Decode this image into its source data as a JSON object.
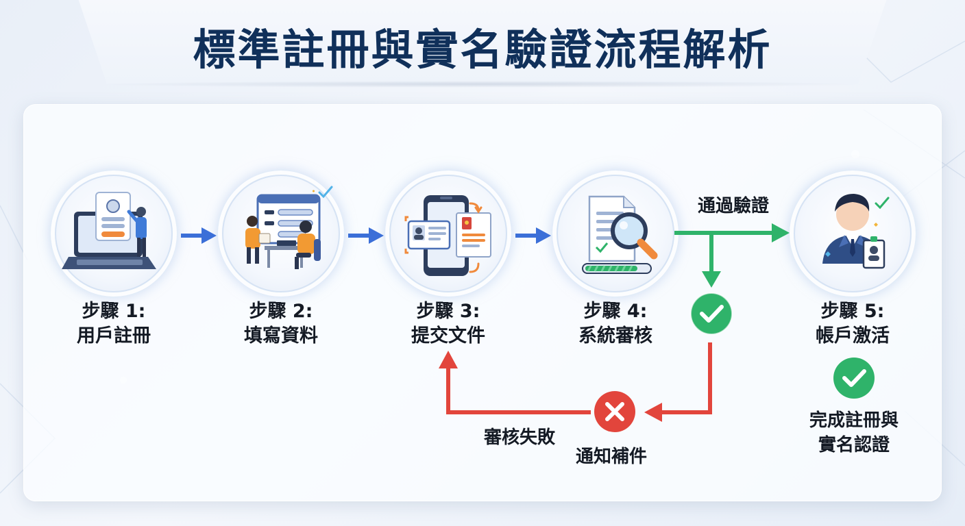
{
  "title": "標準註冊與實名驗證流程解析",
  "steps": [
    {
      "num": "步驟 1:",
      "name": "用戶註冊",
      "icon": "laptop-register-icon"
    },
    {
      "num": "步驟 2:",
      "name": "填寫資料",
      "icon": "form-fill-icon"
    },
    {
      "num": "步驟 3:",
      "name": "提交文件",
      "icon": "phone-document-icon"
    },
    {
      "num": "步驟 4:",
      "name": "系統審核",
      "icon": "magnifier-review-icon"
    },
    {
      "num": "步驟 5:",
      "name": "帳戶激活",
      "icon": "verified-user-icon"
    }
  ],
  "flow": {
    "pass_label": "通過驗證",
    "fail_label": "審核失敗",
    "notify_label": "通知補件",
    "complete_line1": "完成註冊與",
    "complete_line2": "實名認證"
  },
  "colors": {
    "title": "#10305a",
    "arrow_blue": "#3b6fd8",
    "pass_green": "#2fb36a",
    "fail_red": "#e2453c"
  }
}
